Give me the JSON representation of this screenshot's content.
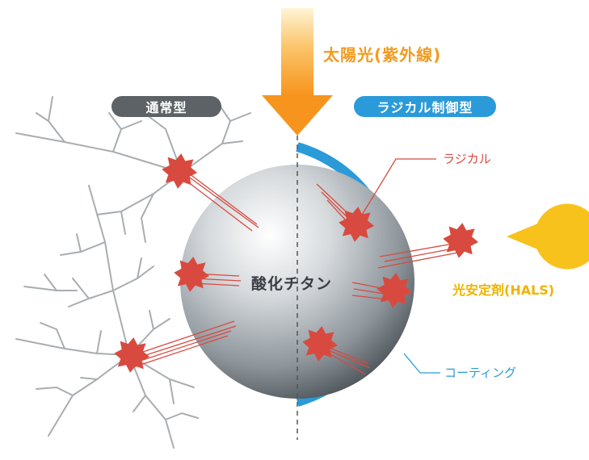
{
  "labels": {
    "sunlight": "太陽光(紫外線)",
    "normal_type": "通常型",
    "radical_control_type": "ラジカル制御型",
    "radical": "ラジカル",
    "hals": "光安定剤(HALS)",
    "titanium_oxide": "酸化チタン",
    "coating": "コーティング"
  },
  "colors": {
    "sun_arrow": "#f7941d",
    "sun_arrow_light": "#fde8b0",
    "radical": "#d84a3f",
    "coating": "#2a9ad9",
    "hals": "#f7c21b",
    "normal_pill": "#5c6266",
    "polymer_lines": "#a9adb0"
  },
  "icons": {
    "radical_burst": "starburst",
    "hals_shape": "pacman"
  }
}
